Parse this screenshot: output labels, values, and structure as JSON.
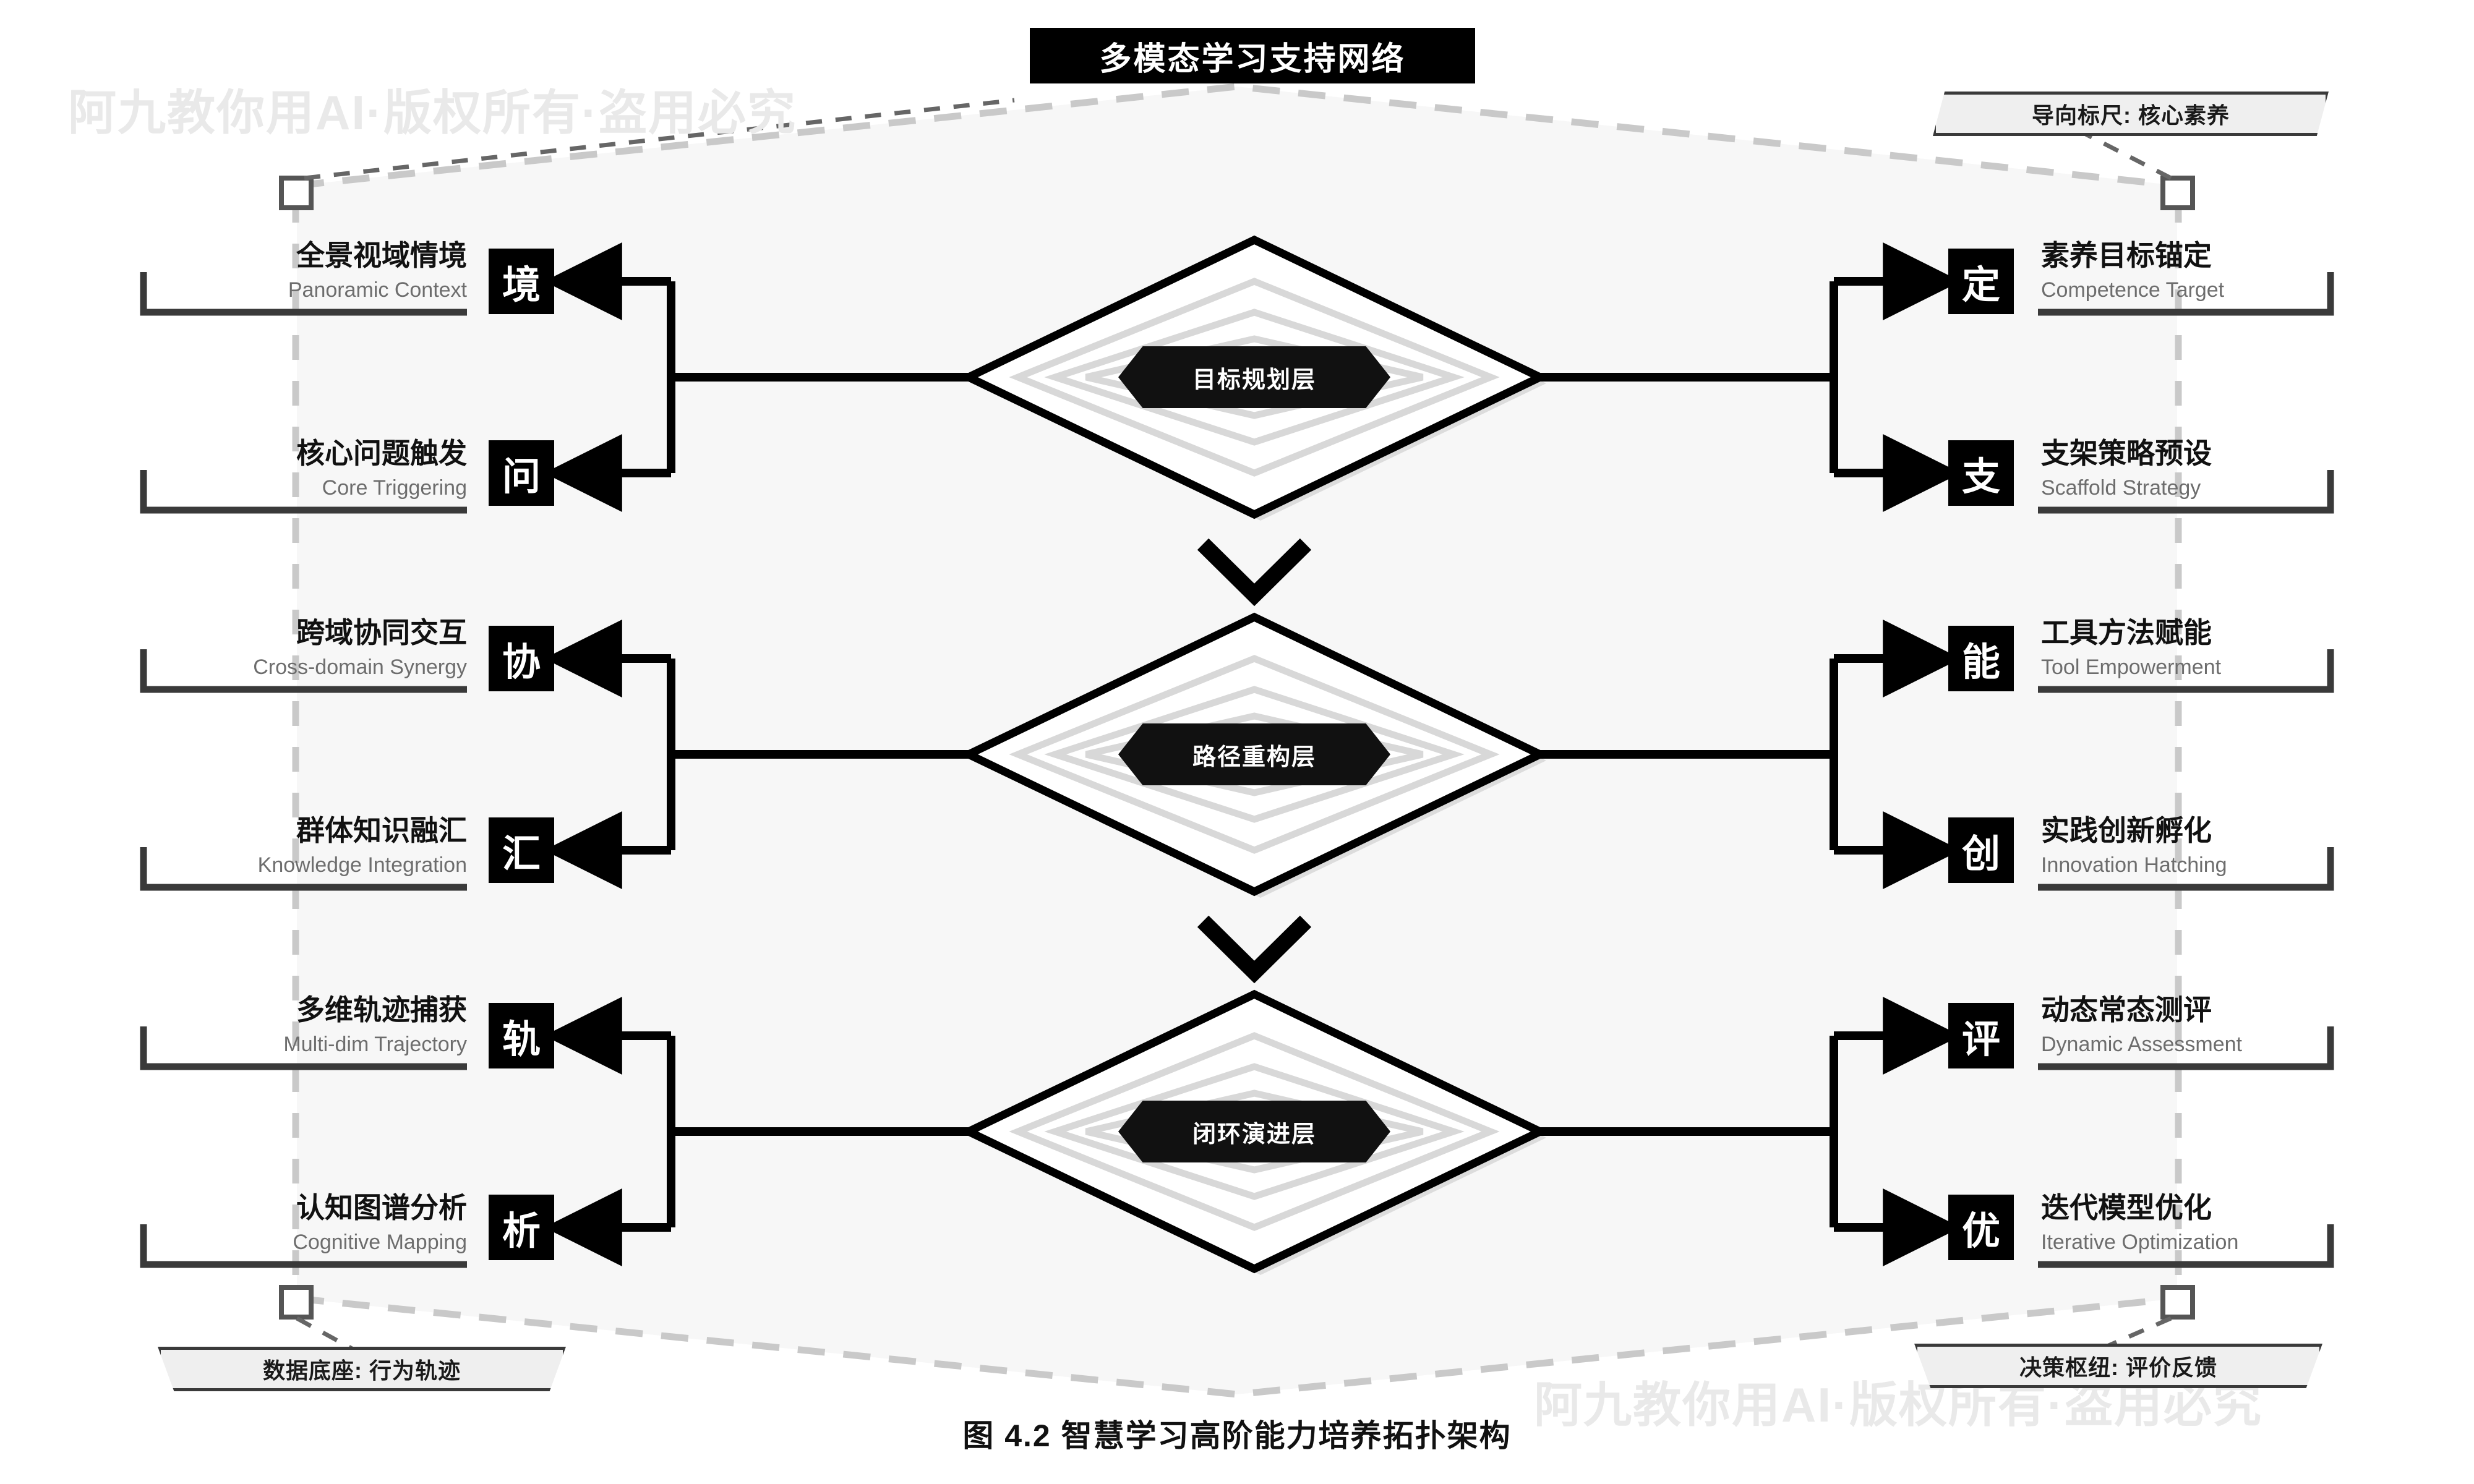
{
  "title": "多模态学习支持网络",
  "caption": "图 4.2 智慧学习高阶能力培养拓扑架构",
  "watermark": "阿九教你用AI·版权所有·盗用必究",
  "tags": {
    "top_right": "导向标尺: 核心素养",
    "bottom_left": "数据底座: 行为轨迹",
    "bottom_right": "决策枢纽: 评价反馈"
  },
  "layers": [
    {
      "label": "目标规划层"
    },
    {
      "label": "路径重构层"
    },
    {
      "label": "闭环演进层"
    }
  ],
  "left_nodes": [
    {
      "glyph": "境",
      "cn": "全景视域情境",
      "en": "Panoramic Context"
    },
    {
      "glyph": "问",
      "cn": "核心问题触发",
      "en": "Core Triggering"
    },
    {
      "glyph": "协",
      "cn": "跨域协同交互",
      "en": "Cross-domain Synergy"
    },
    {
      "glyph": "汇",
      "cn": "群体知识融汇",
      "en": "Knowledge Integration"
    },
    {
      "glyph": "轨",
      "cn": "多维轨迹捕获",
      "en": "Multi-dim Trajectory"
    },
    {
      "glyph": "析",
      "cn": "认知图谱分析",
      "en": "Cognitive Mapping"
    }
  ],
  "right_nodes": [
    {
      "glyph": "定",
      "cn": "素养目标锚定",
      "en": "Competence Target"
    },
    {
      "glyph": "支",
      "cn": "支架策略预设",
      "en": "Scaffold Strategy"
    },
    {
      "glyph": "能",
      "cn": "工具方法赋能",
      "en": "Tool Empowerment"
    },
    {
      "glyph": "创",
      "cn": "实践创新孵化",
      "en": "Innovation Hatching"
    },
    {
      "glyph": "评",
      "cn": "动态常态测评",
      "en": "Dynamic Assessment"
    },
    {
      "glyph": "优",
      "cn": "迭代模型优化",
      "en": "Iterative Optimization"
    }
  ],
  "colors": {
    "ink": "#000000",
    "panel": "#f7f7f7",
    "muted": "#6d6d6d",
    "dash": "#c9c9c9",
    "ring": "#d8d8d8"
  }
}
